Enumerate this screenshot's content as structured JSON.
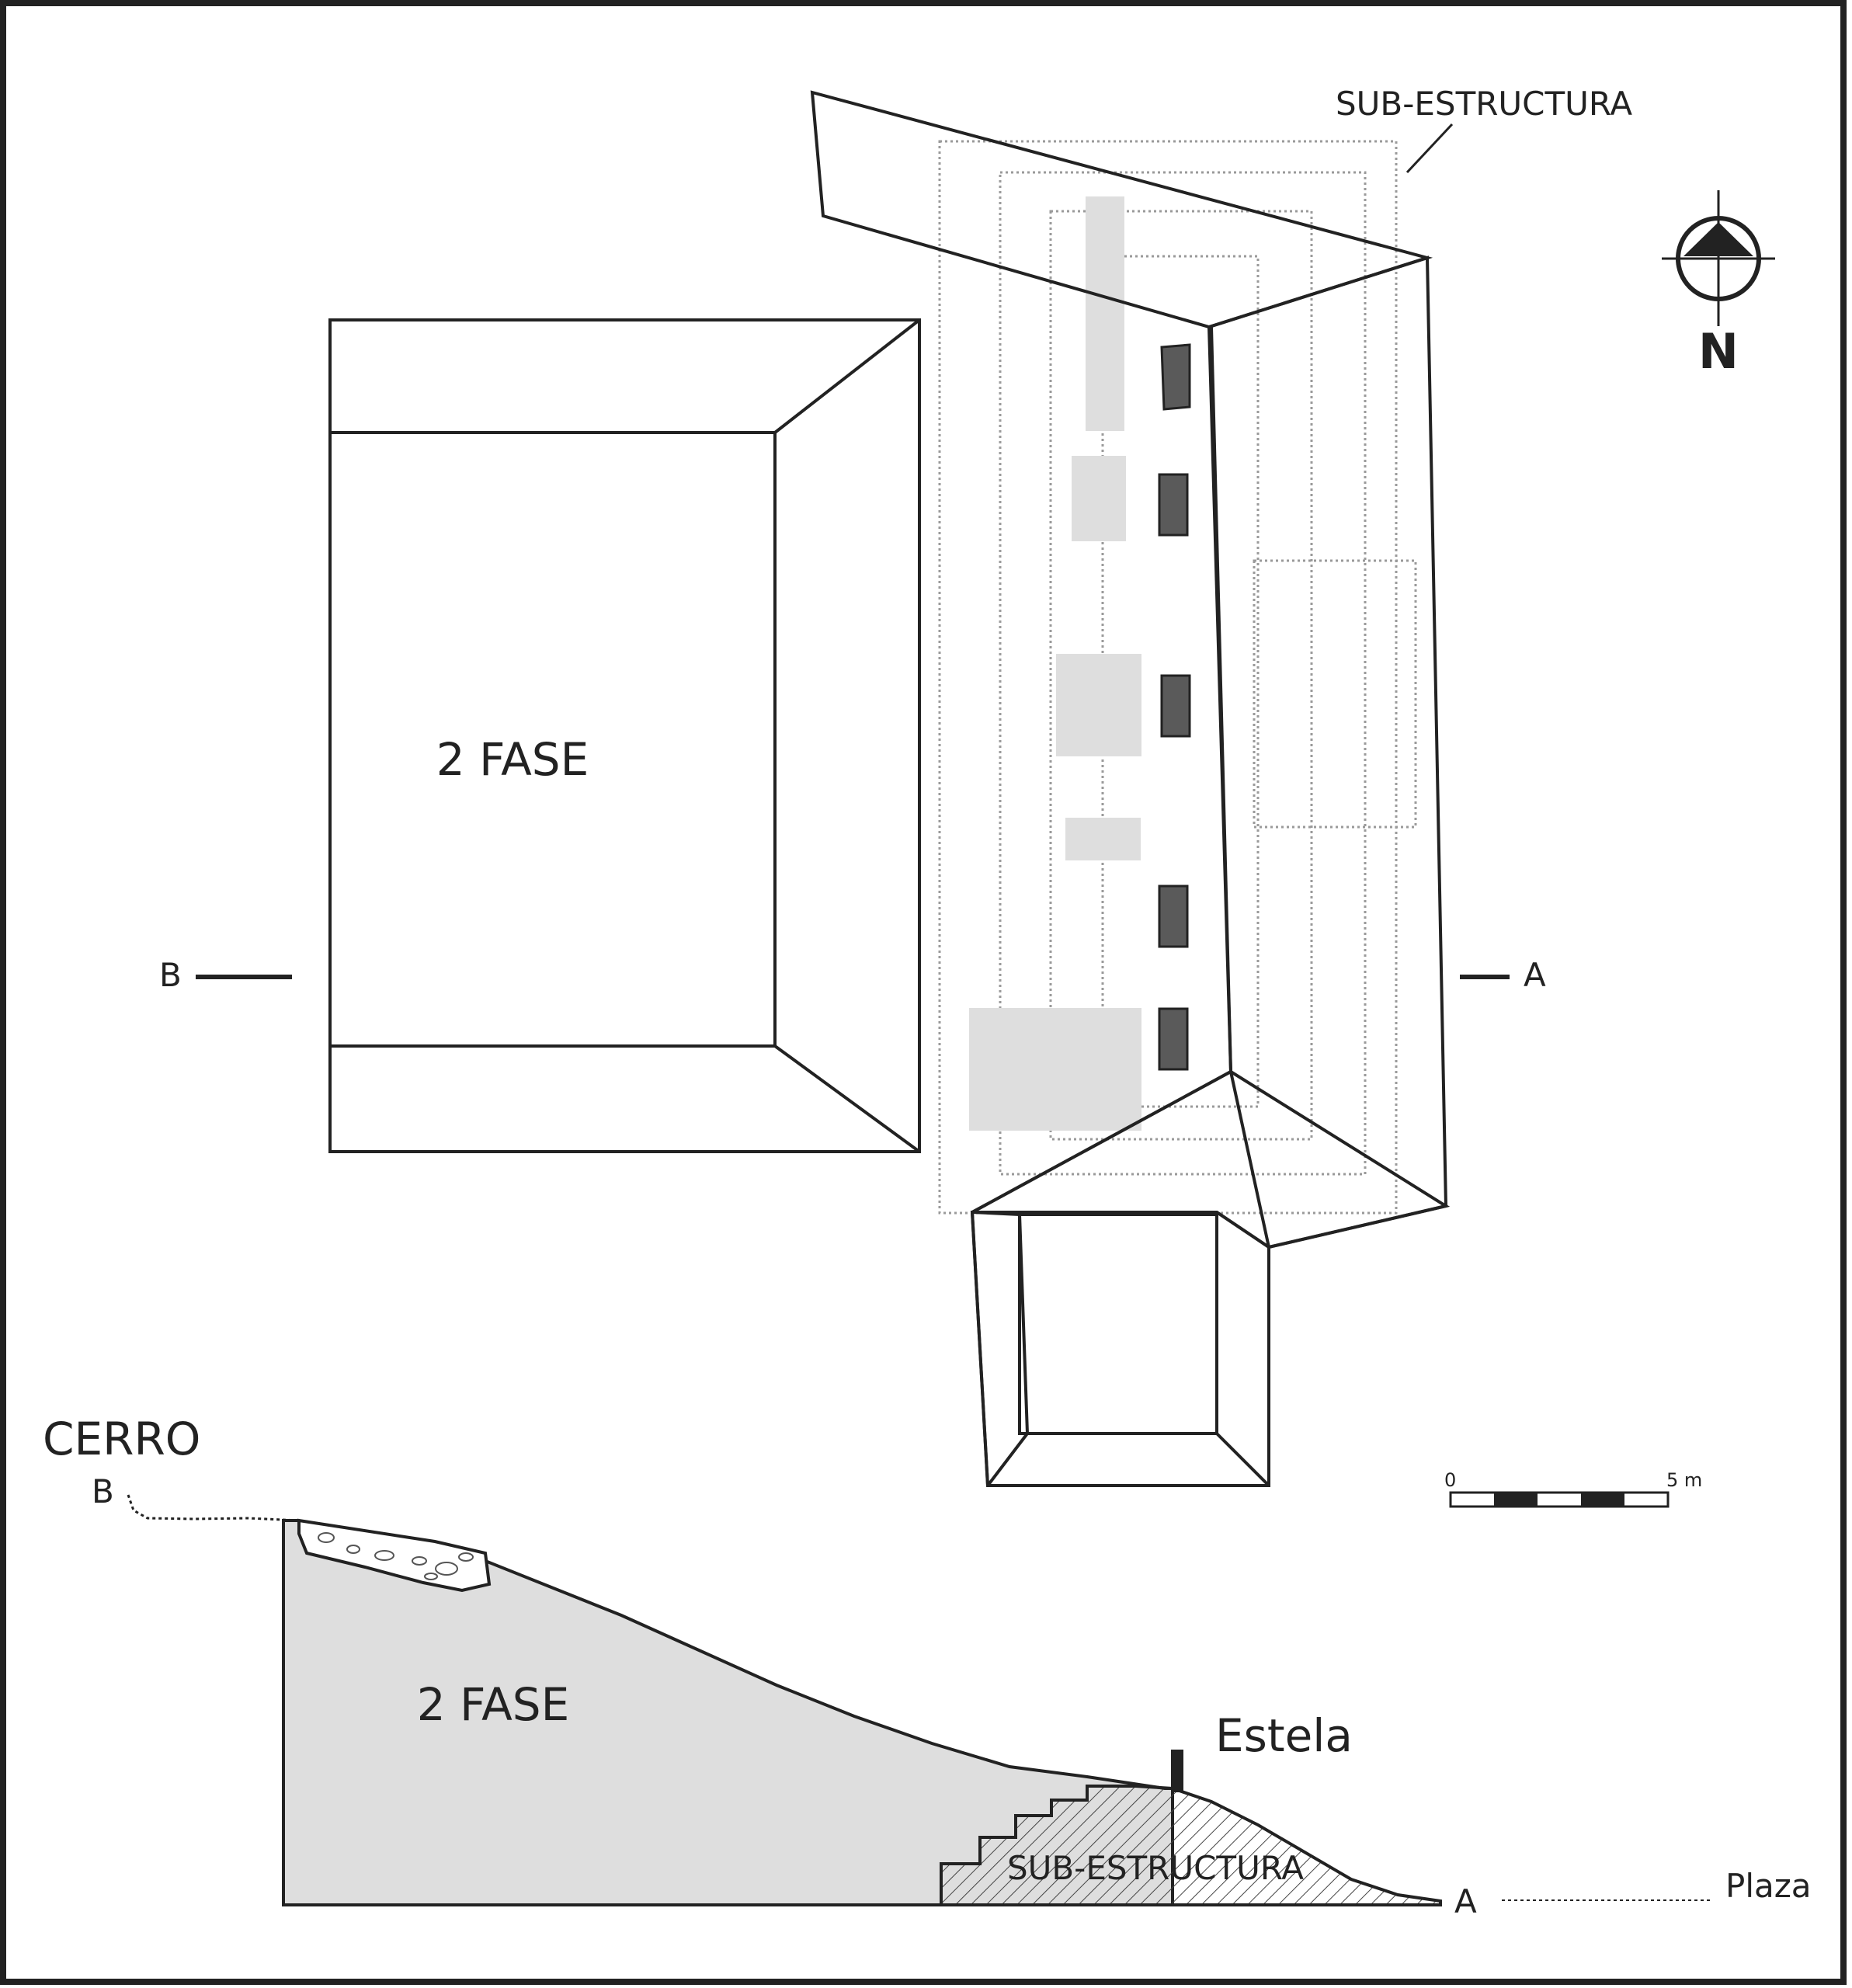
{
  "plan": {
    "label_substructure": "SUB-ESTRUCTURA",
    "label_phase2": "2 FASE",
    "section_b": "B",
    "section_a": "A"
  },
  "north_arrow": {
    "label": "N"
  },
  "scale_bar": {
    "label_start": "0",
    "label_end": "5 m"
  },
  "section": {
    "label_cerro": "CERRO",
    "label_b": "B",
    "label_phase2": "2 FASE",
    "label_estela": "Estela",
    "label_substructure": "SUB-ESTRUCTURA",
    "label_a": "A",
    "label_plaza": "Plaza"
  },
  "colors": {
    "line": "#222222",
    "fill_phase2": "#dedede",
    "stela_dark": "#5a5a5a",
    "dotted": "#9a9a9a",
    "background": "#ffffff"
  }
}
